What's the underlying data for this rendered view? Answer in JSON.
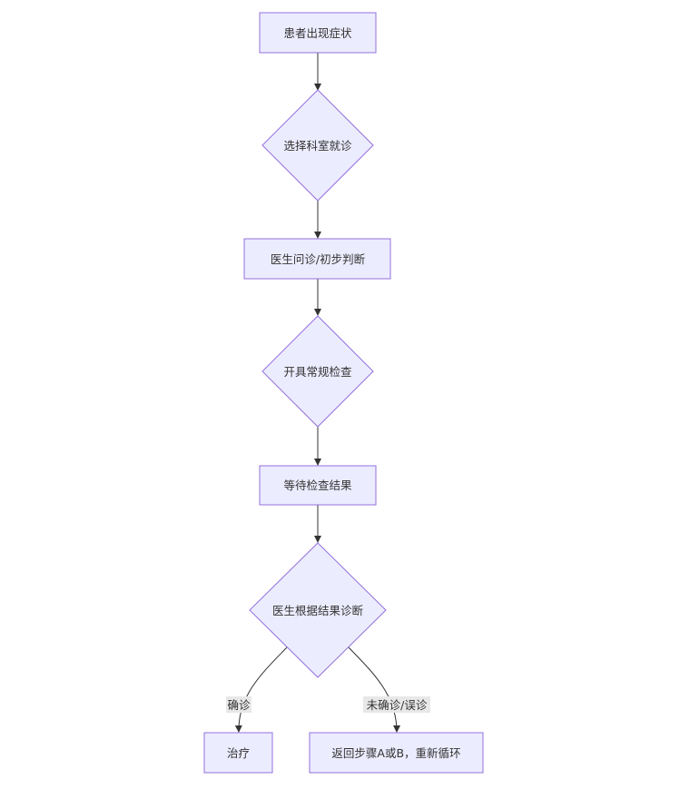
{
  "nodes": {
    "symptom": "患者出现症状",
    "choose_department": "选择科室就诊",
    "consultation": "医生问诊/初步判断",
    "order_tests": "开具常规检查",
    "wait_results": "等待检查结果",
    "diagnose": "医生根据结果诊断",
    "treatment": "治疗",
    "return_step": "返回步骤A或B，重新循环"
  },
  "edges": {
    "confirmed": "确诊",
    "not_confirmed": "未确诊/误诊"
  },
  "colors": {
    "node_fill": "#ececff",
    "node_stroke": "#9370db",
    "edge": "#333333",
    "label_bg": "#e8e8e8"
  }
}
